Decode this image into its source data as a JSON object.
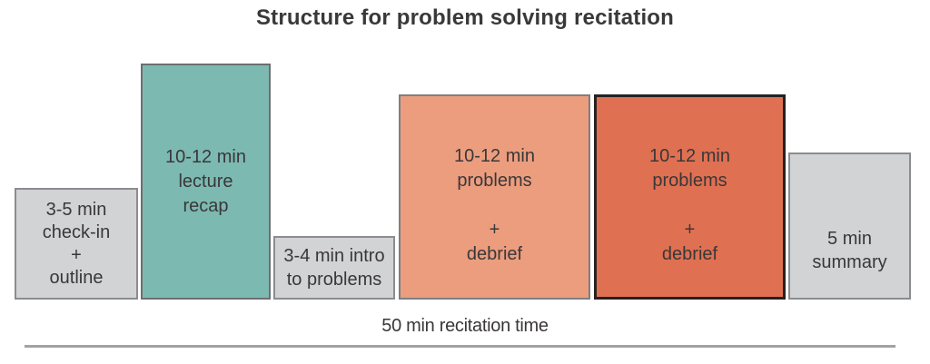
{
  "title": "Structure for problem solving recitation",
  "blocks": [
    {
      "name": "check-in",
      "text": "3-5 min\ncheck-in\n+\noutline",
      "fill": "#d2d3d5",
      "border": "#8a8c8f"
    },
    {
      "name": "lecture-recap",
      "text": "10-12 min\nlecture\nrecap",
      "fill": "#7cb9b1",
      "border": "#6d6e71"
    },
    {
      "name": "intro-to-problems",
      "text": "3-4 min intro\nto problems",
      "fill": "#d2d3d5",
      "border": "#8a8c8f"
    },
    {
      "name": "problems-debrief-1",
      "text": "10-12 min\nproblems\n\n+\ndebrief",
      "fill": "#eb9d7e",
      "border": "#7d7f82"
    },
    {
      "name": "problems-debrief-2",
      "text": "10-12 min\nproblems\n\n+\ndebrief",
      "fill": "#df7051",
      "border": "#262221"
    },
    {
      "name": "summary",
      "text": "5 min\nsummary",
      "fill": "#d2d3d5",
      "border": "#8a8c8f"
    }
  ],
  "timeline": {
    "caption": "50 min recitation time",
    "line_color": "#a0a2a5"
  }
}
